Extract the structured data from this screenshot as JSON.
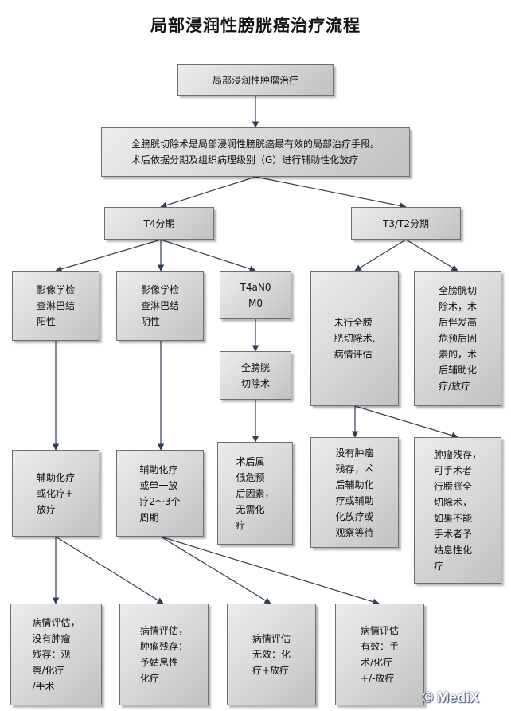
{
  "title": "局部浸润性膀胱癌治疗流程",
  "nodes": {
    "root": "局部浸润性肿瘤治疗",
    "cystectomy_intro": "全膀胱切除术是局部浸润性膀胱癌最有效的局部治疗手段。\n术后依据分期及组织病理级别（G）进行辅助性化放疗",
    "t4": "T4分期",
    "t3t2": "T3/T2分期",
    "imaging_positive": "影像学检\n查淋巴结\n阳性",
    "imaging_negative": "影像学检\n查淋巴结\n阴性",
    "t4an0m0": "T4aN0\nM0",
    "total_cystectomy": "全膀胱\n切除术",
    "no_cystectomy": "未行全膀\n胱切除术,\n病情评估",
    "post_high_risk": "全膀胱切\n除术，术\n后伴发高\n危预后因\n素的，术\n后辅助化\n疗/放疗",
    "adjuvant_chemo": "辅助化疗\n或化疗+\n放疗",
    "adjuvant_or_single": "辅助化疗\n或单一放\n疗2～3个\n周期",
    "low_risk": "术后属\n低危预\n后因素，\n无需化\n疗",
    "no_tumor_residual": "没有肿瘤\n残存，术\n后辅助化\n疗或辅助\n化放疗或\n观察等待",
    "tumor_residual": "肿瘤残存，\n可手术者\n行膀胱全\n切除术，\n如果不能\n手术者予\n姑息性化\n疗",
    "eval_no_tumor": "病情评估，\n没有肿瘤\n残存：观\n察/化疗\n/手术",
    "eval_residual": "病情评估，\n肿瘤残存：\n予姑息性\n化疗",
    "eval_ineffective": "病情评估\n无效：化\n疗+放疗",
    "eval_effective": "病情评估\n有效：手\n术/化疗\n+/-放疗"
  },
  "watermark": "© MediX",
  "colors": {
    "arrow": "#2e3f55",
    "box_border": "#6f6f6f"
  }
}
